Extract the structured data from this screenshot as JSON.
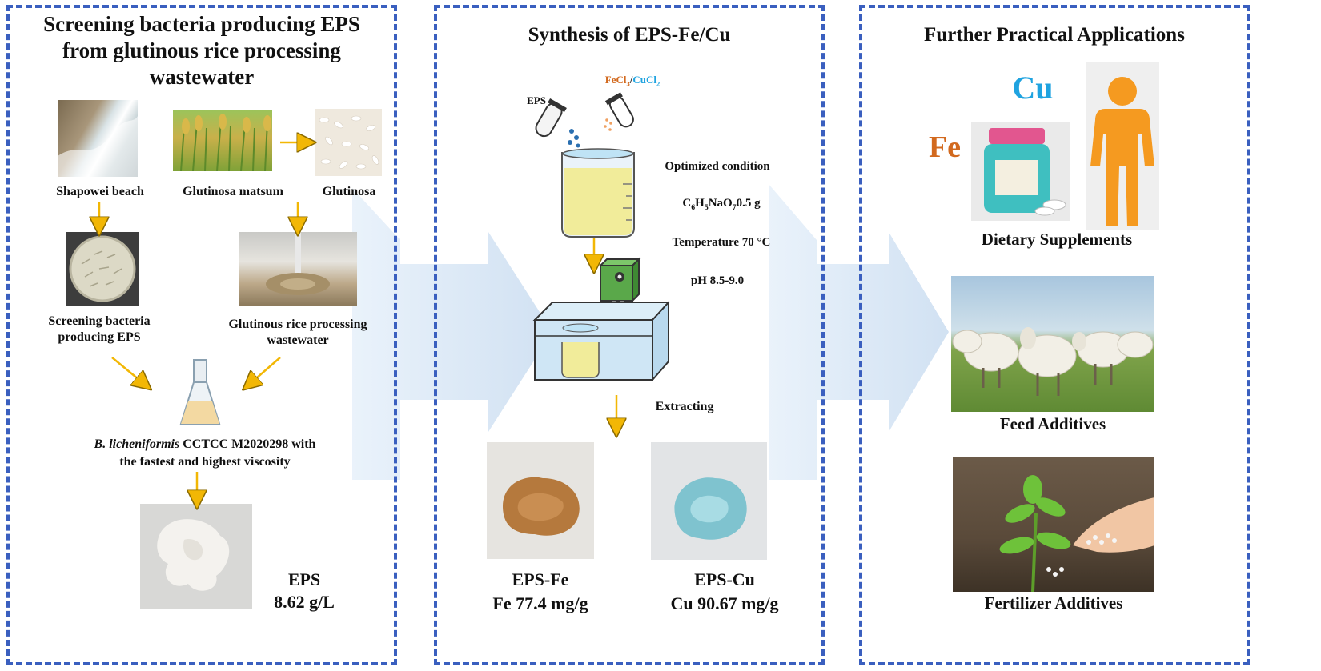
{
  "colors": {
    "panel_border": "#3a5fbf",
    "arrow_yellow": "#f2b705",
    "fe_orange": "#d2691e",
    "cu_blue": "#1fa3e0"
  },
  "panel1": {
    "title_line1": "Screening bacteria producing EPS",
    "title_line2": "from glutinous rice processing",
    "title_line3": "wastewater",
    "shapowei_label": "Shapowei beach",
    "glutinosa_matsum_label": "Glutinosa matsum",
    "glutinosa_label": "Glutinosa",
    "screening_line1": "Screening bacteria",
    "screening_line2": "producing EPS",
    "wastewater_line1": "Glutinous rice processing",
    "wastewater_line2": "wastewater",
    "strain_italic": "B. licheniformis",
    "strain_rest": " CCTCC M2020298 with",
    "strain_line2": "the fastest and highest viscosity",
    "eps_label": "EPS",
    "eps_yield": "8.62 g/L"
  },
  "panel2": {
    "title": "Synthesis of EPS-Fe/Cu",
    "eps_tube_label": "EPS",
    "fecl3": "FeCl",
    "fecl3_sub": "3",
    "slash": "/",
    "cucl2": "CuCl",
    "cucl2_sub": "2",
    "opt_condition": "Optimized condition",
    "citrate_c": "C",
    "citrate_c_sub": "6",
    "citrate_h": "H",
    "citrate_h_sub": "5",
    "citrate_na": "NaO",
    "citrate_o_sub": "7",
    "citrate_amount": "0.5 g",
    "temperature": "Temperature 70 °C",
    "ph": "pH 8.5-9.0",
    "extracting": "Extracting",
    "eps_fe_label": "EPS-Fe",
    "eps_fe_value": "Fe 77.4 mg/g",
    "eps_cu_label": "EPS-Cu",
    "eps_cu_value": "Cu 90.67 mg/g"
  },
  "panel3": {
    "title": "Further Practical Applications",
    "cu": "Cu",
    "fe": "Fe",
    "dietary": "Dietary Supplements",
    "feed": "Feed Additives",
    "fertilizer": "Fertilizer Additives"
  }
}
